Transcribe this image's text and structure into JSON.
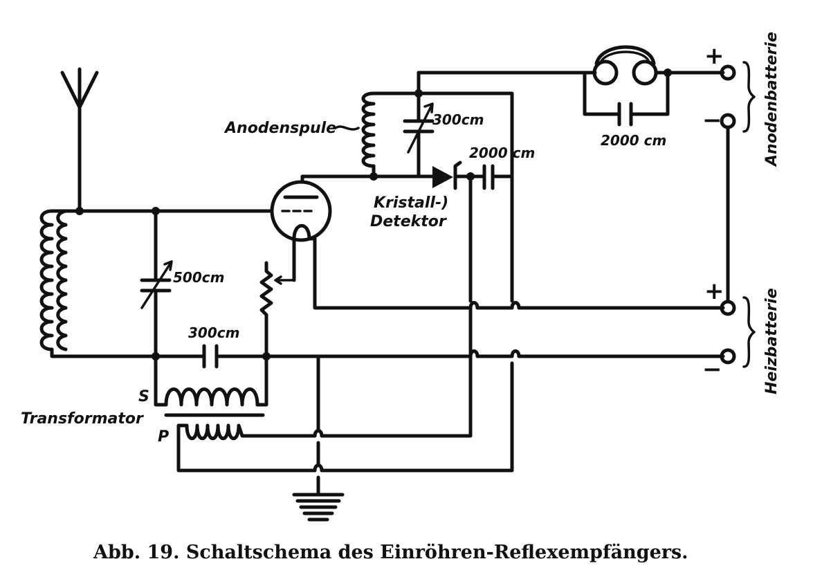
{
  "labels": {
    "anodenspule": "Anodenspule",
    "c_300_top": "300cm",
    "c_2000_mid": "2000 cm",
    "c_2000_top": "2000 cm",
    "kristall_1": "Kristall-)",
    "kristall_2": "Detektor",
    "c_500": "500cm",
    "c_300_bottom": "300cm",
    "transformator": "Transformator",
    "s": "S",
    "p": "P",
    "plus_anode": "+",
    "minus_anode": "−",
    "plus_heiz": "+",
    "minus_heiz": "−",
    "anodenbatterie": "Anodenbatterie",
    "heizbatterie": "Heizbatterie"
  },
  "caption": "Abb. 19. Schaltschema des Einröhren-Reflexempfängers."
}
